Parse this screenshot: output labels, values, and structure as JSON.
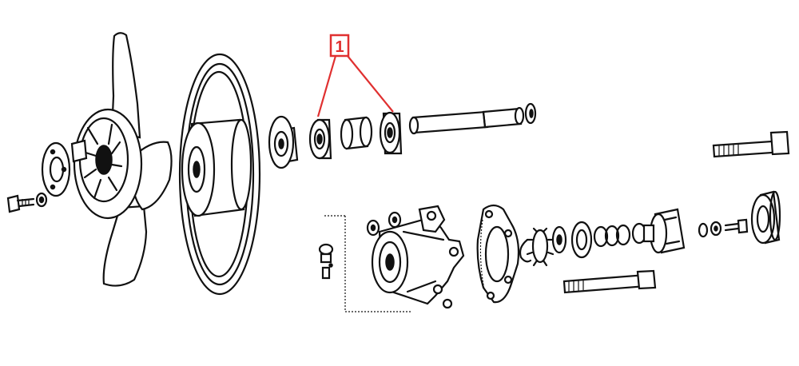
{
  "callout": {
    "number": "1",
    "color": "#e03030"
  },
  "parts": [
    {
      "name": "fan-blade"
    },
    {
      "name": "pulley"
    },
    {
      "name": "hub-flange"
    },
    {
      "name": "bearing"
    },
    {
      "name": "spacer"
    },
    {
      "name": "shaft"
    },
    {
      "name": "pump-body"
    },
    {
      "name": "gasket"
    },
    {
      "name": "impeller"
    },
    {
      "name": "bolt"
    },
    {
      "name": "nut"
    },
    {
      "name": "seal-ring"
    },
    {
      "name": "spring"
    },
    {
      "name": "cap"
    }
  ]
}
